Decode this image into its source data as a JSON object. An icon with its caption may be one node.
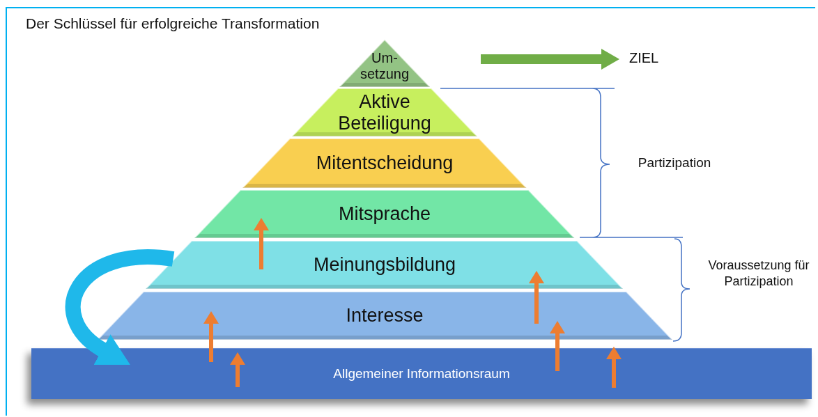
{
  "diagram": {
    "title": "Der Schlüssel für erfolgreiche Transformation",
    "nodes": [
      {
        "text": [
          "Um- setzung"
        ]
      },
      {
        "text": [
          "Aktive Beteiligung"
        ]
      },
      {
        "text": [
          "Mitentscheidung"
        ]
      },
      {
        "text": [
          "Mitsprache"
        ]
      },
      {
        "text": [
          "Meinungsbildung"
        ]
      },
      {
        "text": [
          "Interesse"
        ]
      },
      {
        "text": [
          "Allgemeiner Informationsraum"
        ]
      },
      {
        "text": [
          "ZIEL"
        ]
      }
    ],
    "edges": [
      {
        "from": null,
        "to": 7,
        "arrow": "to",
        "style": "thick",
        "color": "#70ad47"
      },
      {
        "from": 4,
        "to": 6,
        "arrow": "to",
        "style": "thick",
        "color": "#1fb8ea"
      },
      {
        "from": 4,
        "to": 3,
        "arrow": "to",
        "color": "#ed7d31"
      },
      {
        "from": 6,
        "to": 5,
        "arrow": "to",
        "color": "#ed7d31"
      },
      {
        "from": 5,
        "to": 4,
        "arrow": "to",
        "color": "#ed7d31"
      },
      {
        "from": 6,
        "to": 5,
        "arrow": "to",
        "color": "#ed7d31"
      }
    ],
    "labels": [
      "Partizipation",
      "Voraussetzung für Partizipation"
    ]
  }
}
